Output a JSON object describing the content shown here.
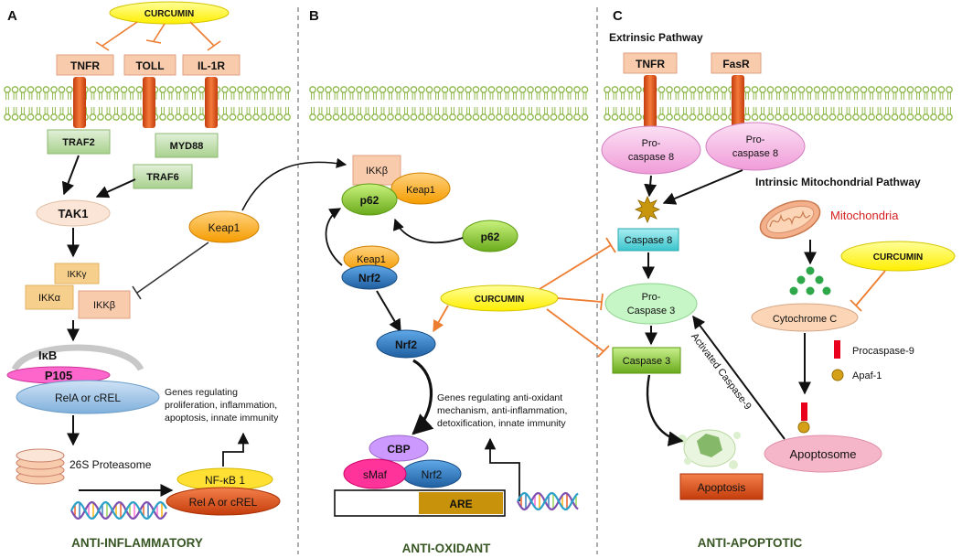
{
  "panels": {
    "a": {
      "letter": "A",
      "curcumin": "CURCUMIN",
      "receptors": [
        "TNFR",
        "TOLL",
        "IL-1R"
      ],
      "traf2": "TRAF2",
      "myd88": "MYD88",
      "traf6": "TRAF6",
      "tak1": "TAK1",
      "keap1": "Keap1",
      "ikk_gamma": "IKKγ",
      "ikk_alpha": "IKKα",
      "ikk_beta": "IKKβ",
      "ikb": "IκB",
      "p105": "P105",
      "rela": "RelA or cREL",
      "genes": [
        "Genes regulating",
        "proliferation, inflammation,",
        "apoptosis, innate immunity"
      ],
      "proteasome": "26S Proteasome",
      "nfkb1": "NF-κB 1",
      "rela2": "Rel A or cREL",
      "title": "ANTI-INFLAMMATORY"
    },
    "b": {
      "letter": "B",
      "ikk_beta": "IKKβ",
      "keap1": "Keap1",
      "p62": "p62",
      "p62_free": "p62",
      "keap1_2": "Keap1",
      "nrf2": "Nrf2",
      "curcumin": "CURCUMIN",
      "nrf2_free": "Nrf2",
      "genes": [
        "Genes regulating anti-oxidant",
        "mechanism, anti-inflammation,",
        "detoxification, innate immunity"
      ],
      "cbp": "CBP",
      "smaf": "sMaf",
      "nrf2_complex": "Nrf2",
      "are": "ARE",
      "title": "ANTI-OXIDANT"
    },
    "c": {
      "letter": "C",
      "extrinsic": "Extrinsic Pathway",
      "tnfr": "TNFR",
      "fasr": "FasR",
      "procasp8_top": "Pro-",
      "procasp8_bottom": "caspase 8",
      "intrinsic": "Intrinsic Mitochondrial Pathway",
      "mitochondria": "Mitochondria",
      "caspase8": "Caspase 8",
      "curcumin": "CURCUMIN",
      "procasp3_top": "Pro-",
      "procasp3_bottom": "Caspase 3",
      "cytochrome": "Cytochrome  C",
      "activated_casp9": "Activated Caspase-9",
      "caspase3": "Caspase 3",
      "procaspase9": "Procaspase-9",
      "apaf1": "Apaf-1",
      "apoptosome": "Apoptosome",
      "apoptosis": "Apoptosis",
      "title": "ANTI-APOPTOTIC"
    }
  },
  "colors": {
    "curcumin": "#ffff33",
    "inhibit": "#ed7d31",
    "receptor_box": "#f8cbad",
    "receptor_body": "#e8561c",
    "traf": "#c5e0b4",
    "tak1": "#fbe5d6",
    "keap1": "#ffa500",
    "ikk": "#f7cf8c",
    "p105": "#ff66cc",
    "rela": "#9dc3e6",
    "nfkb1": "#ffe033",
    "rela2": "#e8561c",
    "p62": "#92d050",
    "nrf2": "#2e75b6",
    "cbp": "#cc99ff",
    "smaf": "#ff3399",
    "are": "#c8920a",
    "caspase8": "#66d9e0",
    "procasp3": "#c6f5c6",
    "caspase3": "#8ed44a",
    "cytochrome": "#fbd5b5",
    "apoptosome": "#f4b6c8",
    "apoptosis": "#e8561c",
    "procaspase": "#e8001c",
    "apaf": "#d4a017",
    "mito_label": "#d62020",
    "title": "#375623"
  }
}
